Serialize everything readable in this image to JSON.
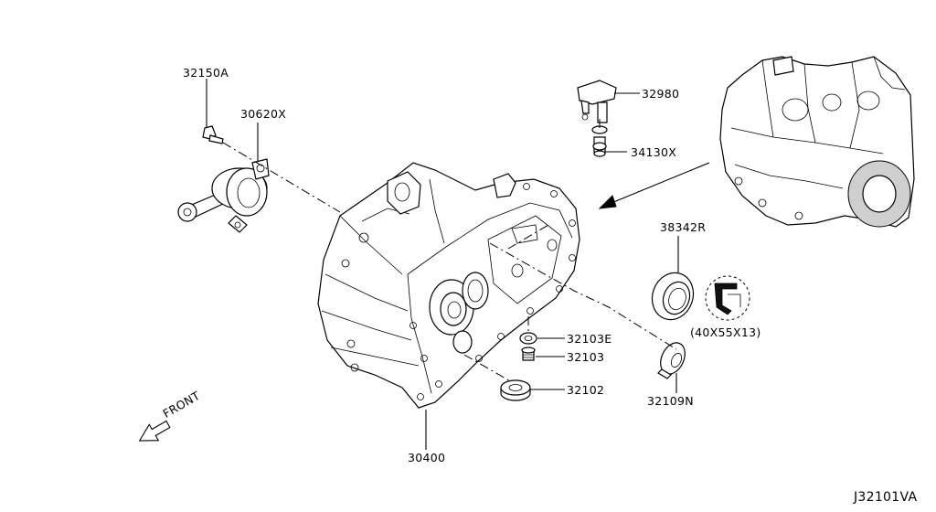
{
  "labels": {
    "p32150A": "32150A",
    "p30620X": "30620X",
    "p32980": "32980",
    "p34130X": "34130X",
    "p38342R": "38342R",
    "dim": "(40X55X13)",
    "p32103E": "32103E",
    "p32103": "32103",
    "p32102": "32102",
    "p32109N": "32109N",
    "p30400": "30400",
    "front": "FRONT",
    "ref": "J32101VA"
  }
}
